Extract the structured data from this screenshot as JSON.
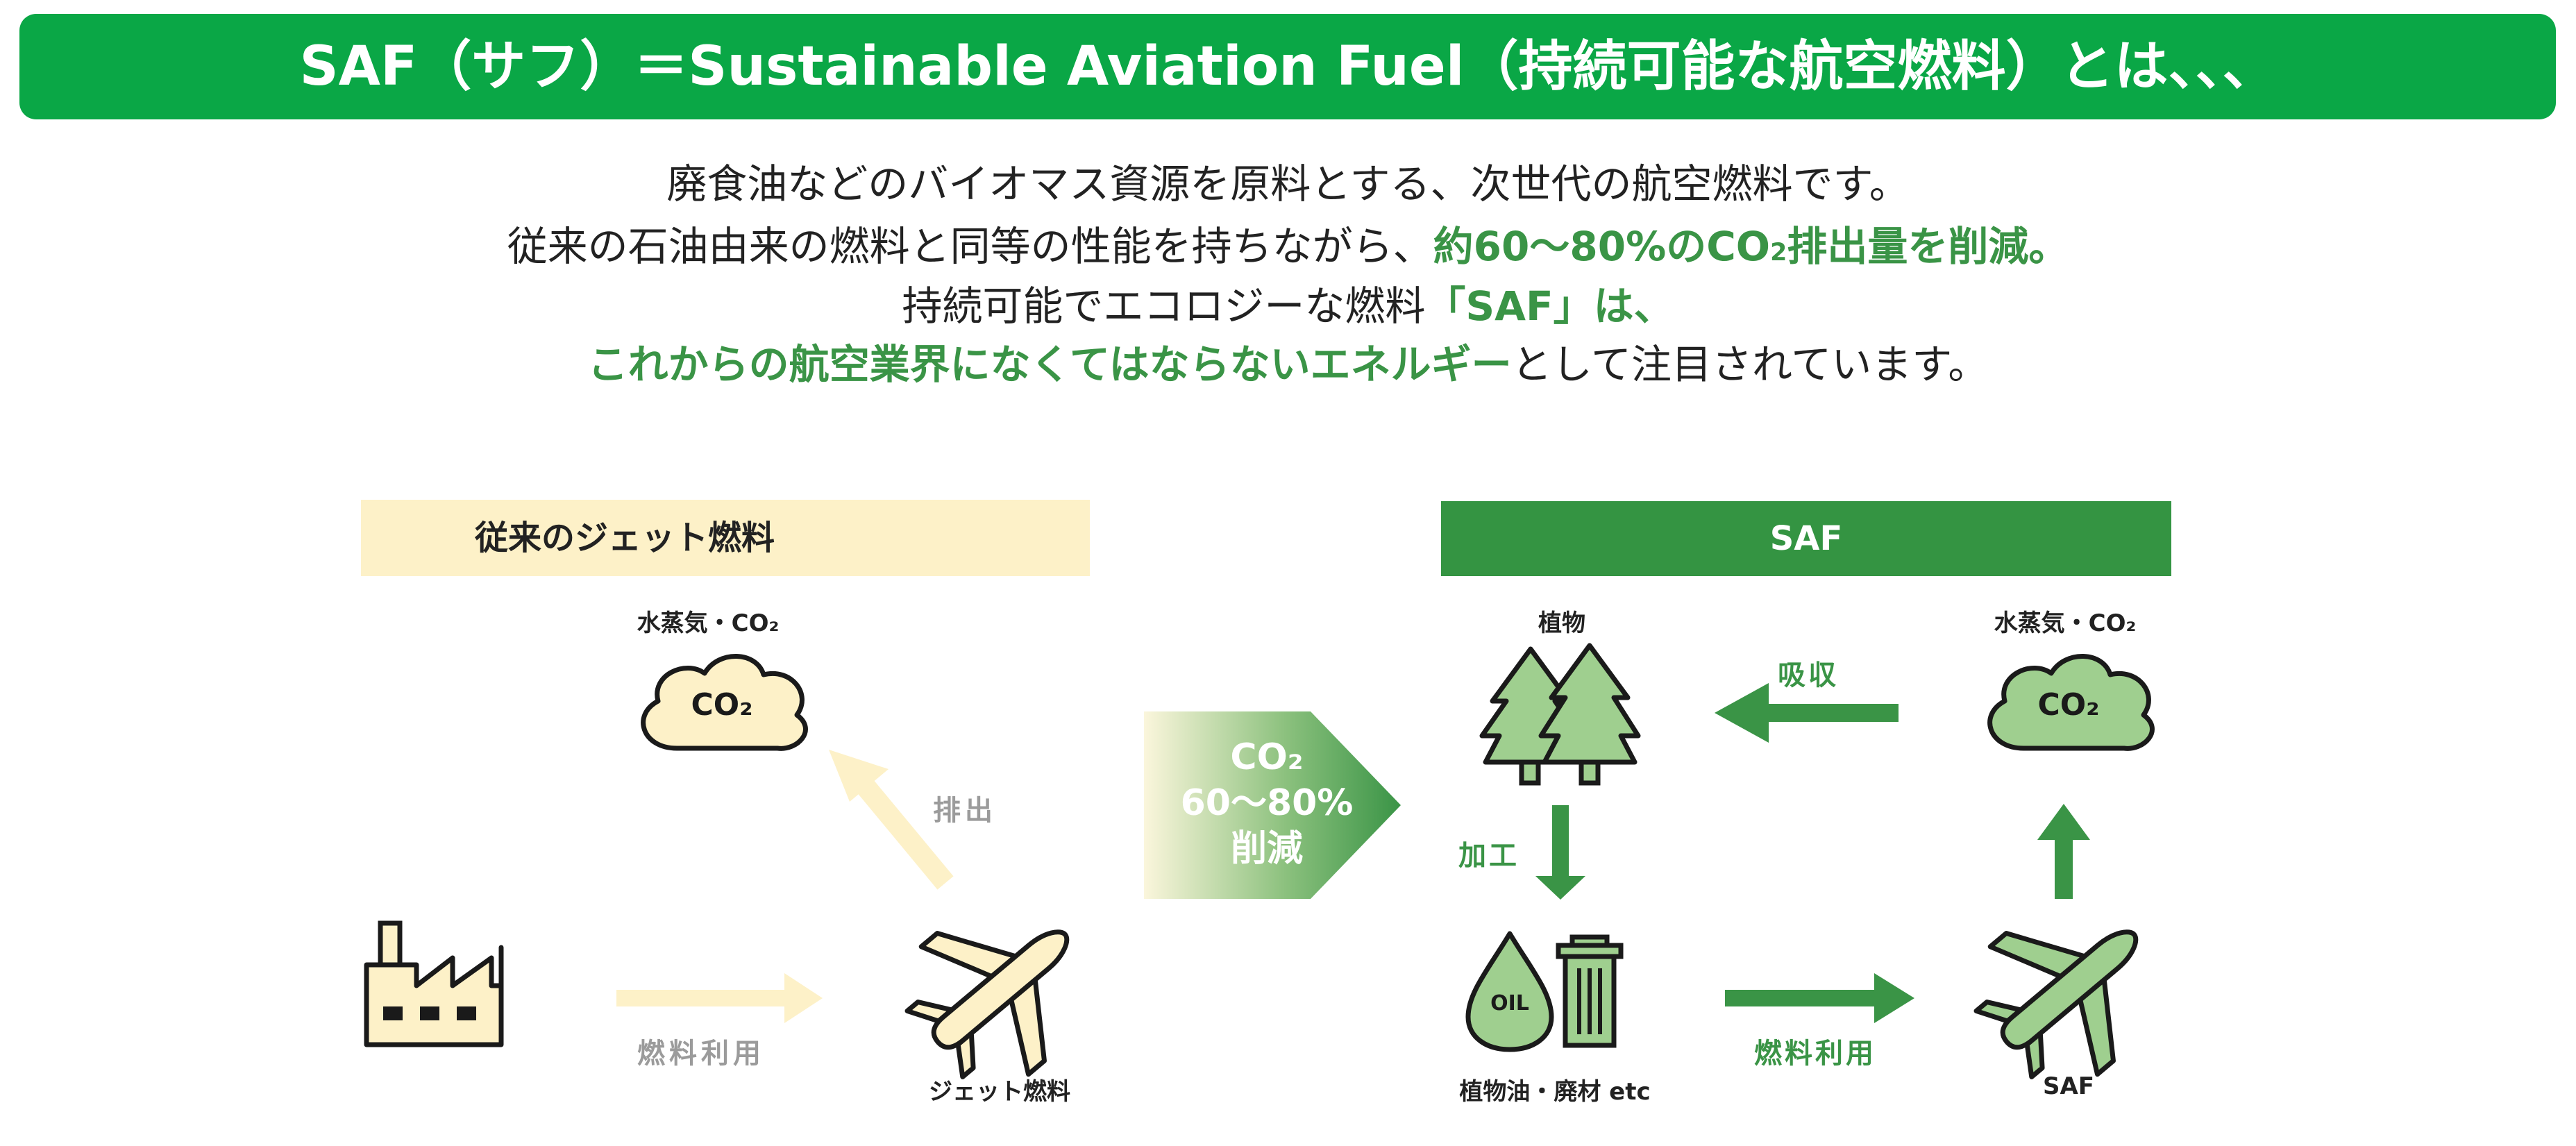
{
  "header": {
    "title": "SAF（サフ）＝Sustainable Aviation Fuel（持続可能な航空燃料）とは、、、"
  },
  "intro": {
    "line1": "廃食油などのバイオマス資源を原料とする、次世代の航空燃料です。",
    "line2_plain": "従来の石油由来の燃料と同等の性能を持ちながら、",
    "line2_highlight_pre": "約60～80%のCO",
    "line2_highlight_sub": "2",
    "line2_highlight_post": "排出量を削減。",
    "line3_plain": "持続可能でエコロジーな燃料",
    "line3_highlight": "「SAF」は、",
    "line4_highlight": "これからの航空業界になくてはならないエネルギー",
    "line4_plain": "として注目されています。"
  },
  "conventional": {
    "header": "従来のジェット燃料",
    "cloud_label": "水蒸気・CO₂",
    "cloud_text": "CO₂",
    "emit_label": "排出",
    "use_label": "燃料利用",
    "plane_label": "ジェット燃料"
  },
  "badge": {
    "line1": "CO₂",
    "line2": "60～80%",
    "line3": "削減"
  },
  "saf": {
    "header": "SAF",
    "plants_label": "植物",
    "absorb_label": "吸収",
    "cloud_label": "水蒸気・CO₂",
    "cloud_text": "CO₂",
    "process_label": "加工",
    "oil_text": "OIL",
    "materials_label": "植物油・廃材 etc",
    "use_label": "燃料利用",
    "plane_label": "SAF"
  },
  "colors": {
    "banner_green": "#0aa746",
    "accent_green": "#3a9446",
    "saf_header_green": "#349442",
    "conventional_cream": "#fdf1c8",
    "icon_green_light": "#9fcf8f"
  }
}
